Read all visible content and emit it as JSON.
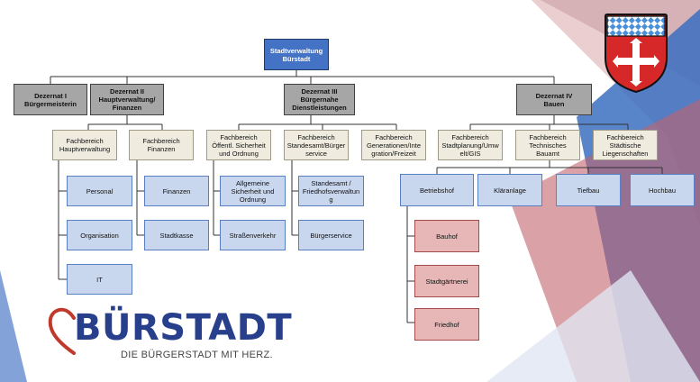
{
  "top": {
    "line1": "Stadtverwaltung",
    "line2": "Bürstadt"
  },
  "dezernate": {
    "d1": {
      "line1": "Dezernat I",
      "line2": "Bürgermeisterin"
    },
    "d2": {
      "line1": "Dezernat II",
      "line2": "Hauptverwaltung/",
      "line3": "Finanzen"
    },
    "d3": {
      "line1": "Dezernat III",
      "line2": "Bürgernahe",
      "line3": "Dienstleistungen"
    },
    "d4": {
      "line1": "Dezernat IV",
      "line2": "Bauen"
    }
  },
  "fachbereiche": {
    "hauptverwaltung": {
      "line1": "Fachbereich",
      "line2": "Hauptverwaltung"
    },
    "finanzen": {
      "line1": "Fachbereich",
      "line2": "Finanzen"
    },
    "sicherheit": {
      "line1": "Fachbereich",
      "line2": "Öffentl. Sicherheit",
      "line3": "und Ordnung"
    },
    "standesamt": {
      "line1": "Fachbereich",
      "line2": "Standesamt/Bürger",
      "line3": "service"
    },
    "generationen": {
      "line1": "Fachbereich",
      "line2": "Generationen/Inte",
      "line3": "gration/Freizeit"
    },
    "stadtplanung": {
      "line1": "Fachbereich",
      "line2": "Stadtplanung/Umw",
      "line3": "elt/GIS"
    },
    "bauamt": {
      "line1": "Fachbereich",
      "line2": "Technisches",
      "line3": "Bauamt"
    },
    "liegenschaften": {
      "line1": "Fachbereich",
      "line2": "Städtische",
      "line3": "Liegenschaften"
    }
  },
  "units": {
    "personal": "Personal",
    "organisation": "Organisation",
    "it": "IT",
    "finanzen": "Finanzen",
    "stadtkasse": "Stadtkasse",
    "sicherheit": {
      "line1": "Allgemeine",
      "line2": "Sicherheit und",
      "line3": "Ordnung"
    },
    "strassenverkehr": "Straßenverkehr",
    "standesamt": {
      "line1": "Standesamt /",
      "line2": "Friedhofsverwaltun",
      "line3": "g"
    },
    "buergerservice": "Bürgerservice",
    "betriebshof": "Betriebshof",
    "klaeranlage": "Kläranlage",
    "tiefbau": "Tiefbau",
    "hochbau": "Hochbau",
    "bauhof": "Bauhof",
    "stadtgaertnerei": "Stadtgärtnerei",
    "friedhof": "Friedhof"
  },
  "logo": {
    "word": "BÜRSTADT",
    "slogan": "DIE BÜRGERSTADT MIT HERZ."
  },
  "colors": {
    "top": "#4472c4",
    "dezernat": "#a6a6a6",
    "fachbereich": "#efecdf",
    "unit": "#c9d7ee",
    "betriebshof_unit": "#e7b7b7",
    "logo_blue": "#283f8c",
    "logo_heart": "#c0392b"
  }
}
